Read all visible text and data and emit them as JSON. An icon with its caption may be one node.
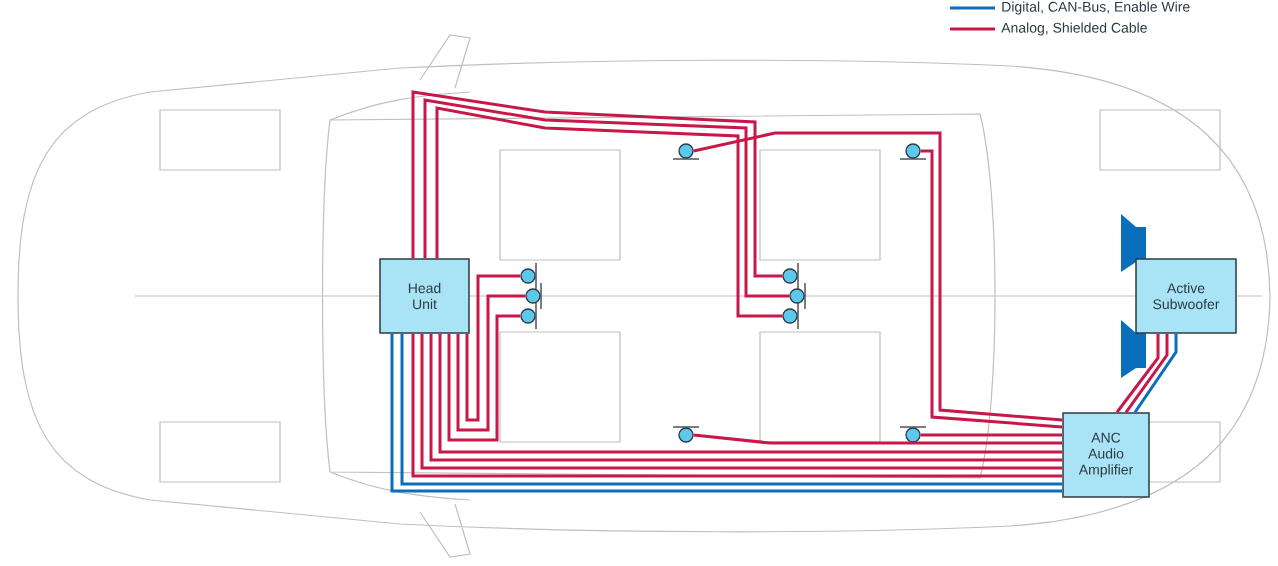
{
  "diagram": {
    "nodes": [
      {
        "text": [
          "Head Unit"
        ]
      },
      {
        "text": [
          "Active Subwoofer"
        ]
      },
      {
        "text": [
          "ANC Audio Amplifier"
        ]
      },
      {
        "text": [],
        "shape": "circle"
      },
      {
        "text": [],
        "shape": "circle"
      },
      {
        "text": [],
        "shape": "circle"
      },
      {
        "text": [],
        "shape": "circle"
      },
      {
        "text": [],
        "shape": "circle"
      },
      {
        "text": [],
        "shape": "circle"
      },
      {
        "text": [],
        "shape": "circle"
      },
      {
        "text": [],
        "shape": "circle"
      },
      {
        "text": [],
        "shape": "circle"
      },
      {
        "text": [],
        "shape": "circle"
      }
    ],
    "edges": [
      {
        "from": 0,
        "to": 8,
        "arrow": "none"
      },
      {
        "from": 0,
        "to": 9,
        "arrow": "none"
      },
      {
        "from": 0,
        "to": 10,
        "arrow": "none"
      },
      {
        "from": 0,
        "to": 3,
        "arrow": "none"
      },
      {
        "from": 0,
        "to": 4,
        "arrow": "none"
      },
      {
        "from": 0,
        "to": 5,
        "arrow": "none"
      },
      {
        "from": 0,
        "to": 2,
        "arrow": "none"
      },
      {
        "from": 0,
        "to": 2,
        "arrow": "none"
      },
      {
        "from": 0,
        "to": 2,
        "arrow": "none"
      },
      {
        "from": 0,
        "to": 2,
        "arrow": "none"
      },
      {
        "from": 0,
        "to": 2,
        "arrow": "none",
        "color": "#0a6ebd"
      },
      {
        "from": 0,
        "to": 2,
        "arrow": "none",
        "color": "#0a6ebd"
      },
      {
        "from": 6,
        "to": 2,
        "arrow": "none"
      },
      {
        "from": 7,
        "to": 2,
        "arrow": "none"
      },
      {
        "from": 12,
        "to": 2,
        "arrow": "none"
      },
      {
        "from": 11,
        "to": 2,
        "arrow": "none"
      },
      {
        "from": 2,
        "to": 1,
        "arrow": "none"
      },
      {
        "from": 2,
        "to": 1,
        "arrow": "none"
      },
      {
        "from": 2,
        "to": 1,
        "arrow": "none",
        "color": "#0a6ebd"
      }
    ],
    "legend": [
      {
        "text": "Digital, CAN-Bus, Enable Wire"
      },
      {
        "text": "Analog, Shielded Cable"
      }
    ]
  }
}
